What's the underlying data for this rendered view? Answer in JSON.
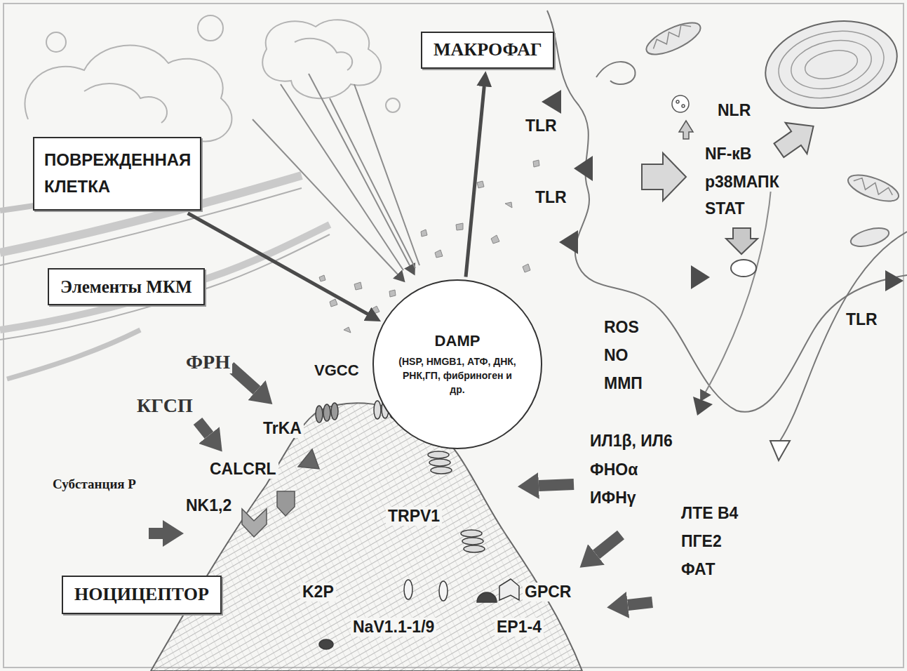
{
  "diagram": {
    "nodes": [
      {
        "text": [
          "МАКРОФАГ"
        ]
      },
      {
        "text": [
          "ПОВРЕЖДЕННАЯ КЛЕТКА"
        ]
      },
      {
        "text": [
          "Элементы МКМ"
        ]
      },
      {
        "text": [
          "DAMP",
          "(HSP, HMGB1, АТФ, ДНК, РНК,ГП, фибриноген и др."
        ]
      },
      {
        "text": [
          "НОЦИЦЕПТОР"
        ]
      }
    ],
    "edges": [
      {
        "from": 1,
        "to": 3,
        "arrow": "to"
      },
      {
        "from": 3,
        "to": 0,
        "arrow": "to"
      }
    ],
    "labels": [
      "TLR",
      "NLR",
      "TLR",
      "NF-кВ",
      "p38МАПК",
      "STAT",
      "TLR",
      "ROS",
      "NO",
      "ММП",
      "VGCC",
      "ФРН",
      "КГСП",
      "TrKA",
      "ИЛ1β, ИЛ6",
      "ФНОα",
      "ИФНγ",
      "CALCRL",
      "Субстанция Р",
      "NK1,2",
      "TRPV1",
      "ЛТЕ В4",
      "ПГЕ2",
      "ФАТ",
      "GPCR",
      "K2P",
      "NaV1.1-1/9",
      "EP1-4"
    ]
  }
}
